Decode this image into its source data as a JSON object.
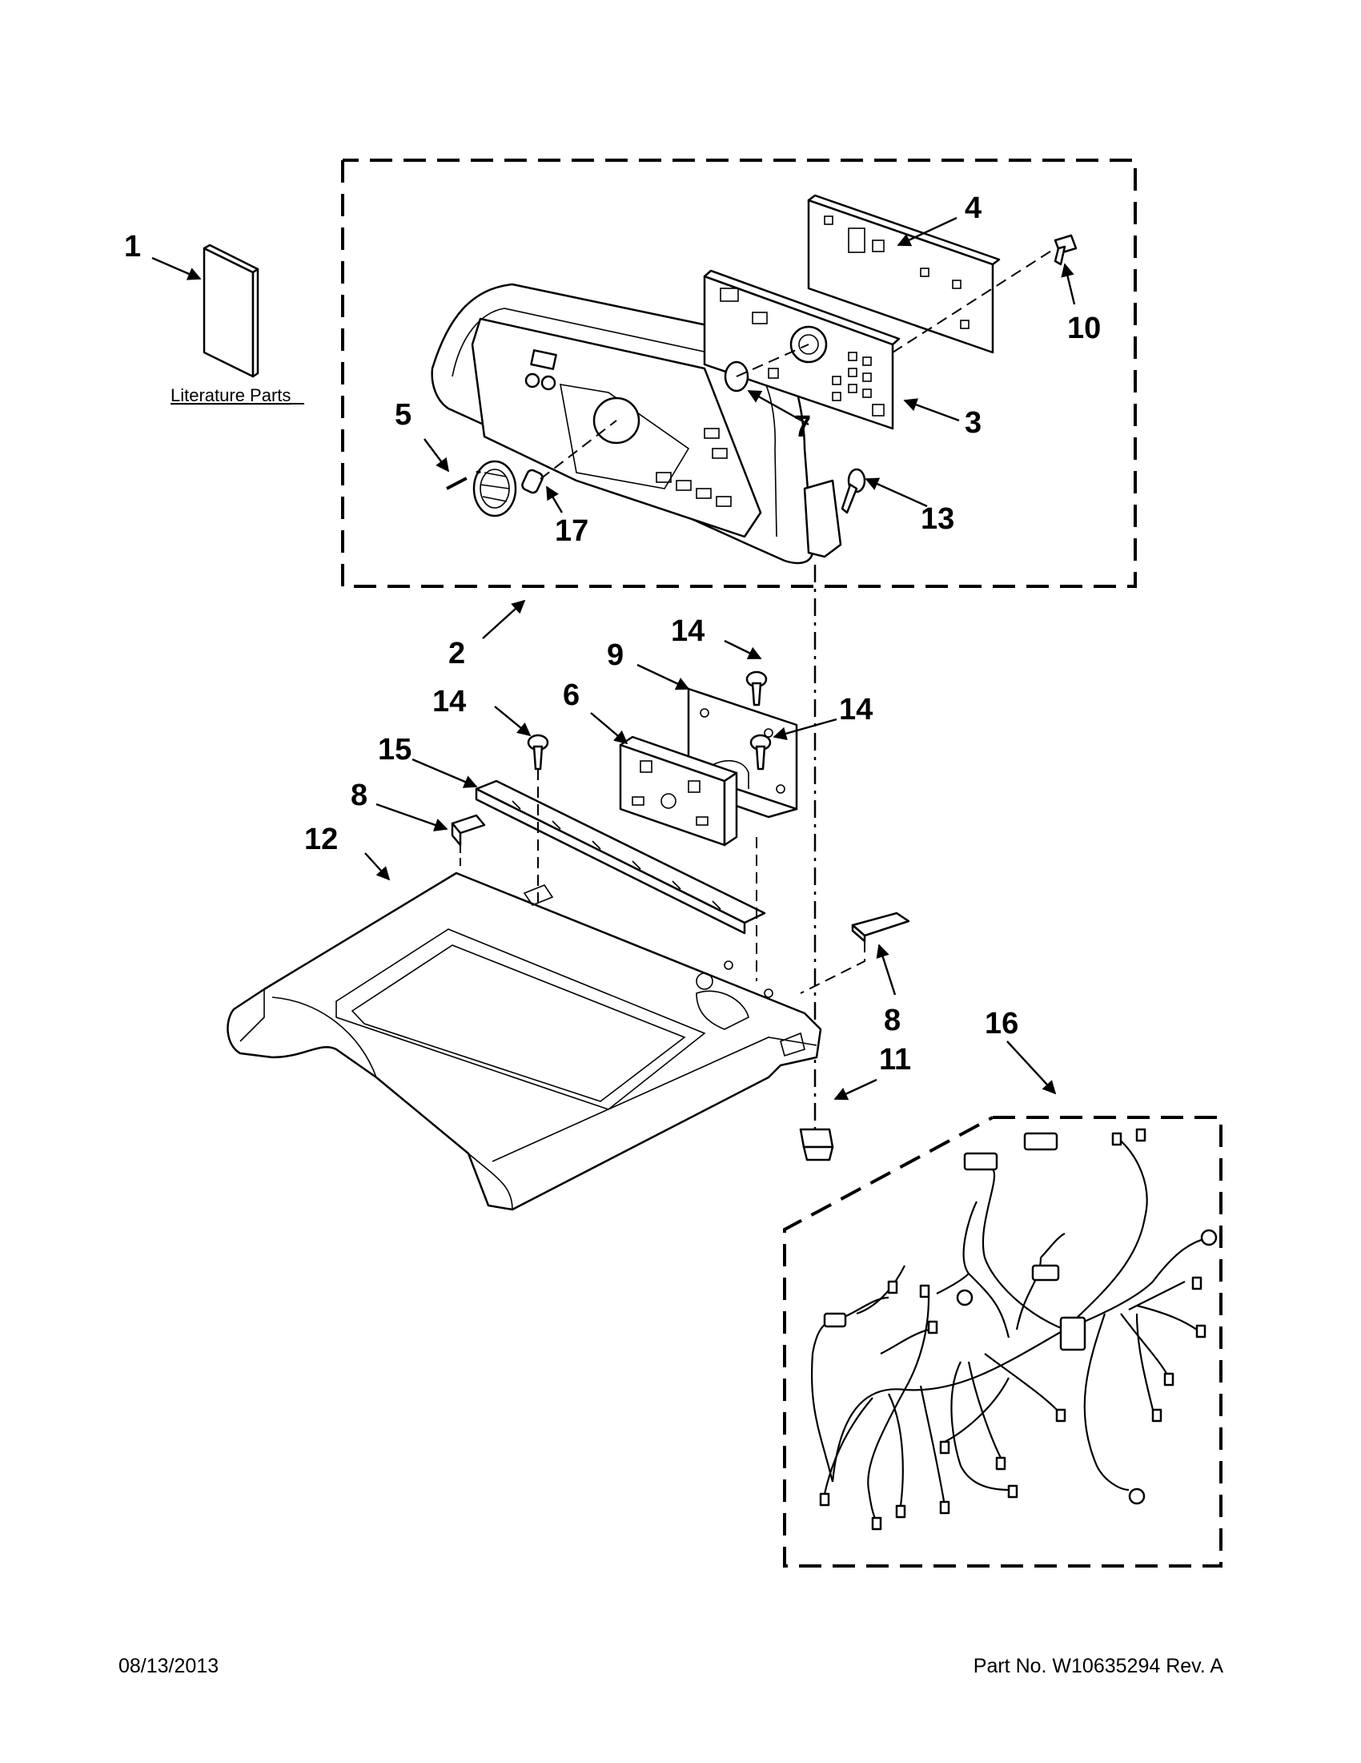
{
  "callouts": [
    {
      "id": "1",
      "label": "1"
    },
    {
      "id": "2",
      "label": "2"
    },
    {
      "id": "3",
      "label": "3"
    },
    {
      "id": "4",
      "label": "4"
    },
    {
      "id": "5",
      "label": "5"
    },
    {
      "id": "6",
      "label": "6"
    },
    {
      "id": "7",
      "label": "7"
    },
    {
      "id": "8a",
      "label": "8"
    },
    {
      "id": "8b",
      "label": "8"
    },
    {
      "id": "9",
      "label": "9"
    },
    {
      "id": "10",
      "label": "10"
    },
    {
      "id": "11",
      "label": "11"
    },
    {
      "id": "12",
      "label": "12"
    },
    {
      "id": "13",
      "label": "13"
    },
    {
      "id": "14a",
      "label": "14"
    },
    {
      "id": "14b",
      "label": "14"
    },
    {
      "id": "14c",
      "label": "14"
    },
    {
      "id": "15",
      "label": "15"
    },
    {
      "id": "16",
      "label": "16"
    },
    {
      "id": "17",
      "label": "17"
    }
  ],
  "literature_label": "Literature Parts",
  "footer": {
    "date": "08/13/2013",
    "part_number": "Part No.  W10635294  Rev.  A"
  }
}
